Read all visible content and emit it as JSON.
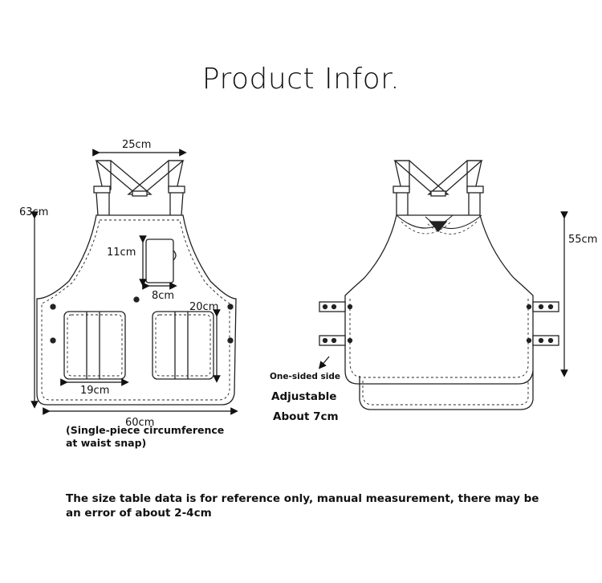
{
  "title": "Product Infor.",
  "front_view": {
    "width_top": "25cm",
    "height": "63cm",
    "small_pocket_height": "11cm",
    "small_pocket_width": "8cm",
    "big_pocket_height": "20cm",
    "big_pocket_width": "19cm",
    "waist_width": "60cm",
    "waist_note": "(Single-piece circumference at waist snap)"
  },
  "back_view": {
    "height": "55cm",
    "side_label": "One-sided side",
    "adjustable_label": "Adjustable",
    "adjust_amount": "About 7cm"
  },
  "disclaimer": "The size table data is for reference only, manual measurement, there may be an error of about 2-4cm"
}
